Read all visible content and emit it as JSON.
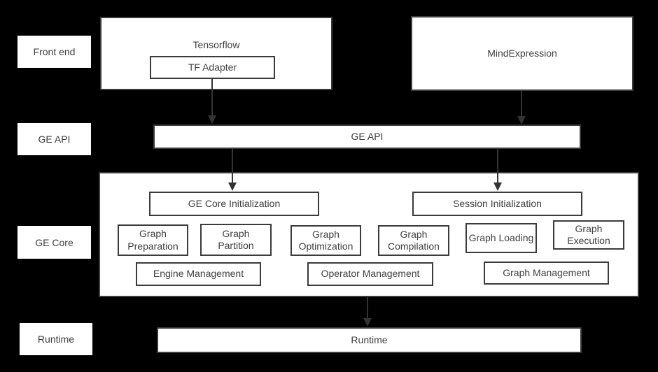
{
  "layer_labels": [
    {
      "label": "Front end"
    },
    {
      "label": "GE API"
    },
    {
      "label": "GE Core"
    },
    {
      "label": "Runtime"
    }
  ],
  "front_end": {
    "tensorflow_label": "Tensorflow",
    "tf_adapter_label": "TF Adapter",
    "mindexpression_label": "MindExpression"
  },
  "ge_api": {
    "label": "GE API"
  },
  "ge_core": {
    "init": [
      "GE Core Initialization",
      "Session Initialization"
    ],
    "stages": [
      "Graph Preparation",
      "Graph Partition",
      "Graph Optimization",
      "Graph Compilation",
      "Graph Loading",
      "Graph Execution"
    ],
    "management": [
      "Engine Management",
      "Operator Management",
      "Graph Management"
    ]
  },
  "runtime": {
    "label": "Runtime"
  },
  "colors": {
    "background": "#000000",
    "box_fill": "#ffffff",
    "box_border": "#3b3b3b",
    "text": "#404040",
    "arrow": "#333333"
  }
}
